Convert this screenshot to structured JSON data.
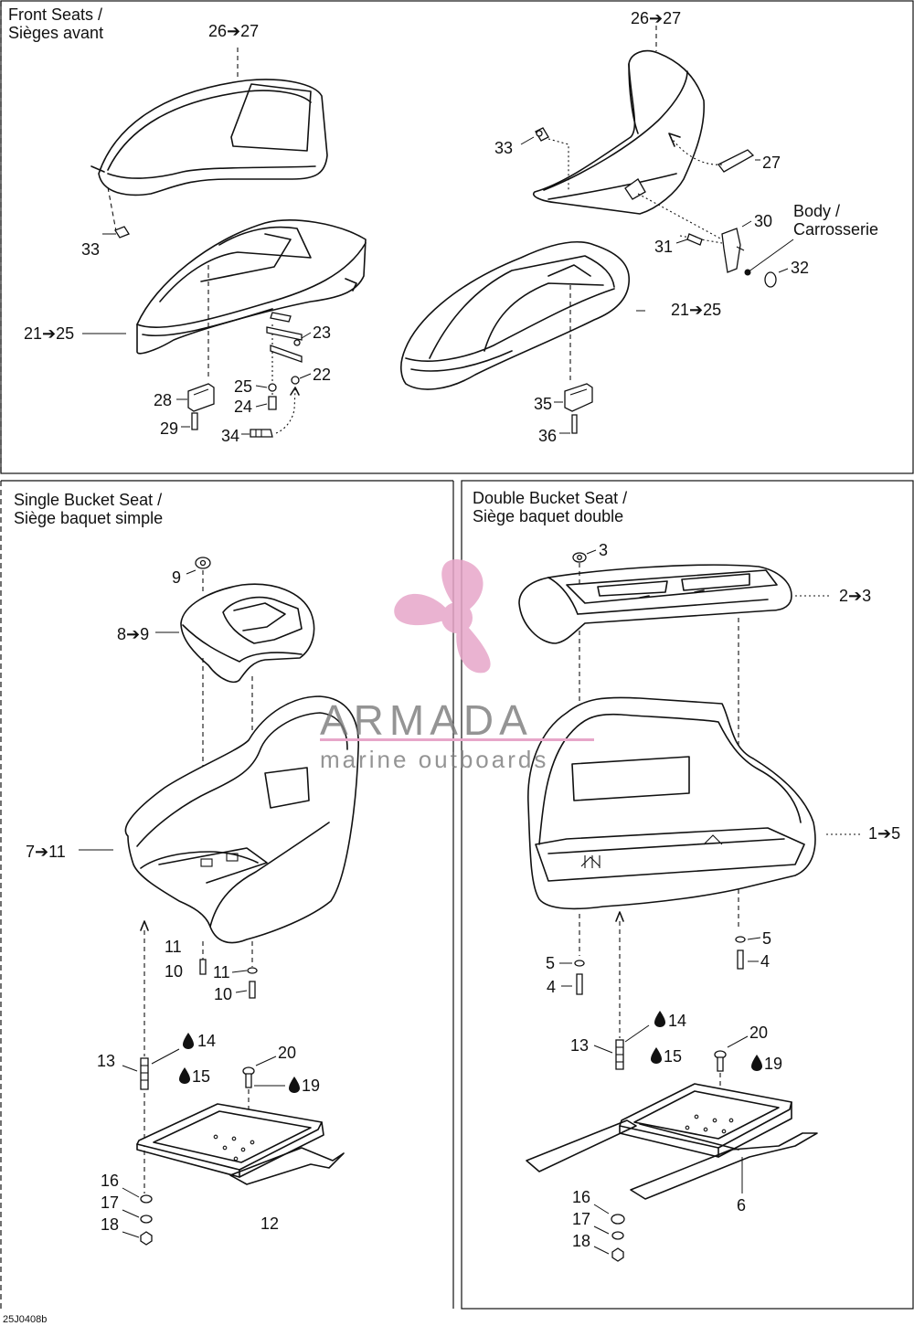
{
  "sections": {
    "front": {
      "title_line1": "Front Seats /",
      "title_line2": "Sièges avant"
    },
    "single": {
      "title_line1": "Single Bucket Seat /",
      "title_line2": "Siège baquet simple"
    },
    "double": {
      "title_line1": "Double Bucket Seat /",
      "title_line2": "Siège baquet double"
    }
  },
  "callouts": {
    "body_line1": "Body /",
    "body_line2": "Carrosserie"
  },
  "labels": {
    "f_26_27_a": "26➔27",
    "f_26_27_b": "26➔27",
    "f_33_a": "33",
    "f_33_b": "33",
    "f_27": "27",
    "f_30": "30",
    "f_31": "31",
    "f_32": "32",
    "f_21_25_a": "21➔25",
    "f_21_25_b": "21➔25",
    "f_23": "23",
    "f_22": "22",
    "f_25": "25",
    "f_24": "24",
    "f_28": "28",
    "f_29": "29",
    "f_34": "34",
    "f_35": "35",
    "f_36": "36",
    "s_9": "9",
    "s_8_9": "8➔9",
    "s_7_11": "7➔11",
    "s_11_a": "11",
    "s_10_a": "10",
    "s_11_b": "11",
    "s_10_b": "10",
    "s_13": "13",
    "s_14": "14",
    "s_15": "15",
    "s_20": "20",
    "s_19": "19",
    "s_16": "16",
    "s_17": "17",
    "s_18": "18",
    "s_12": "12",
    "d_3": "3",
    "d_2_3": "2➔3",
    "d_1_5": "1➔5",
    "d_5_a": "5",
    "d_4_a": "4",
    "d_5_b": "5",
    "d_4_b": "4",
    "d_13": "13",
    "d_14": "14",
    "d_15": "15",
    "d_20": "20",
    "d_19": "19",
    "d_16": "16",
    "d_17": "17",
    "d_18": "18",
    "d_6": "6"
  },
  "watermark": {
    "brand": "ARMADA",
    "tagline": "marine outboards",
    "color": "#e7a6c9"
  },
  "reference_code": "25J0408b"
}
